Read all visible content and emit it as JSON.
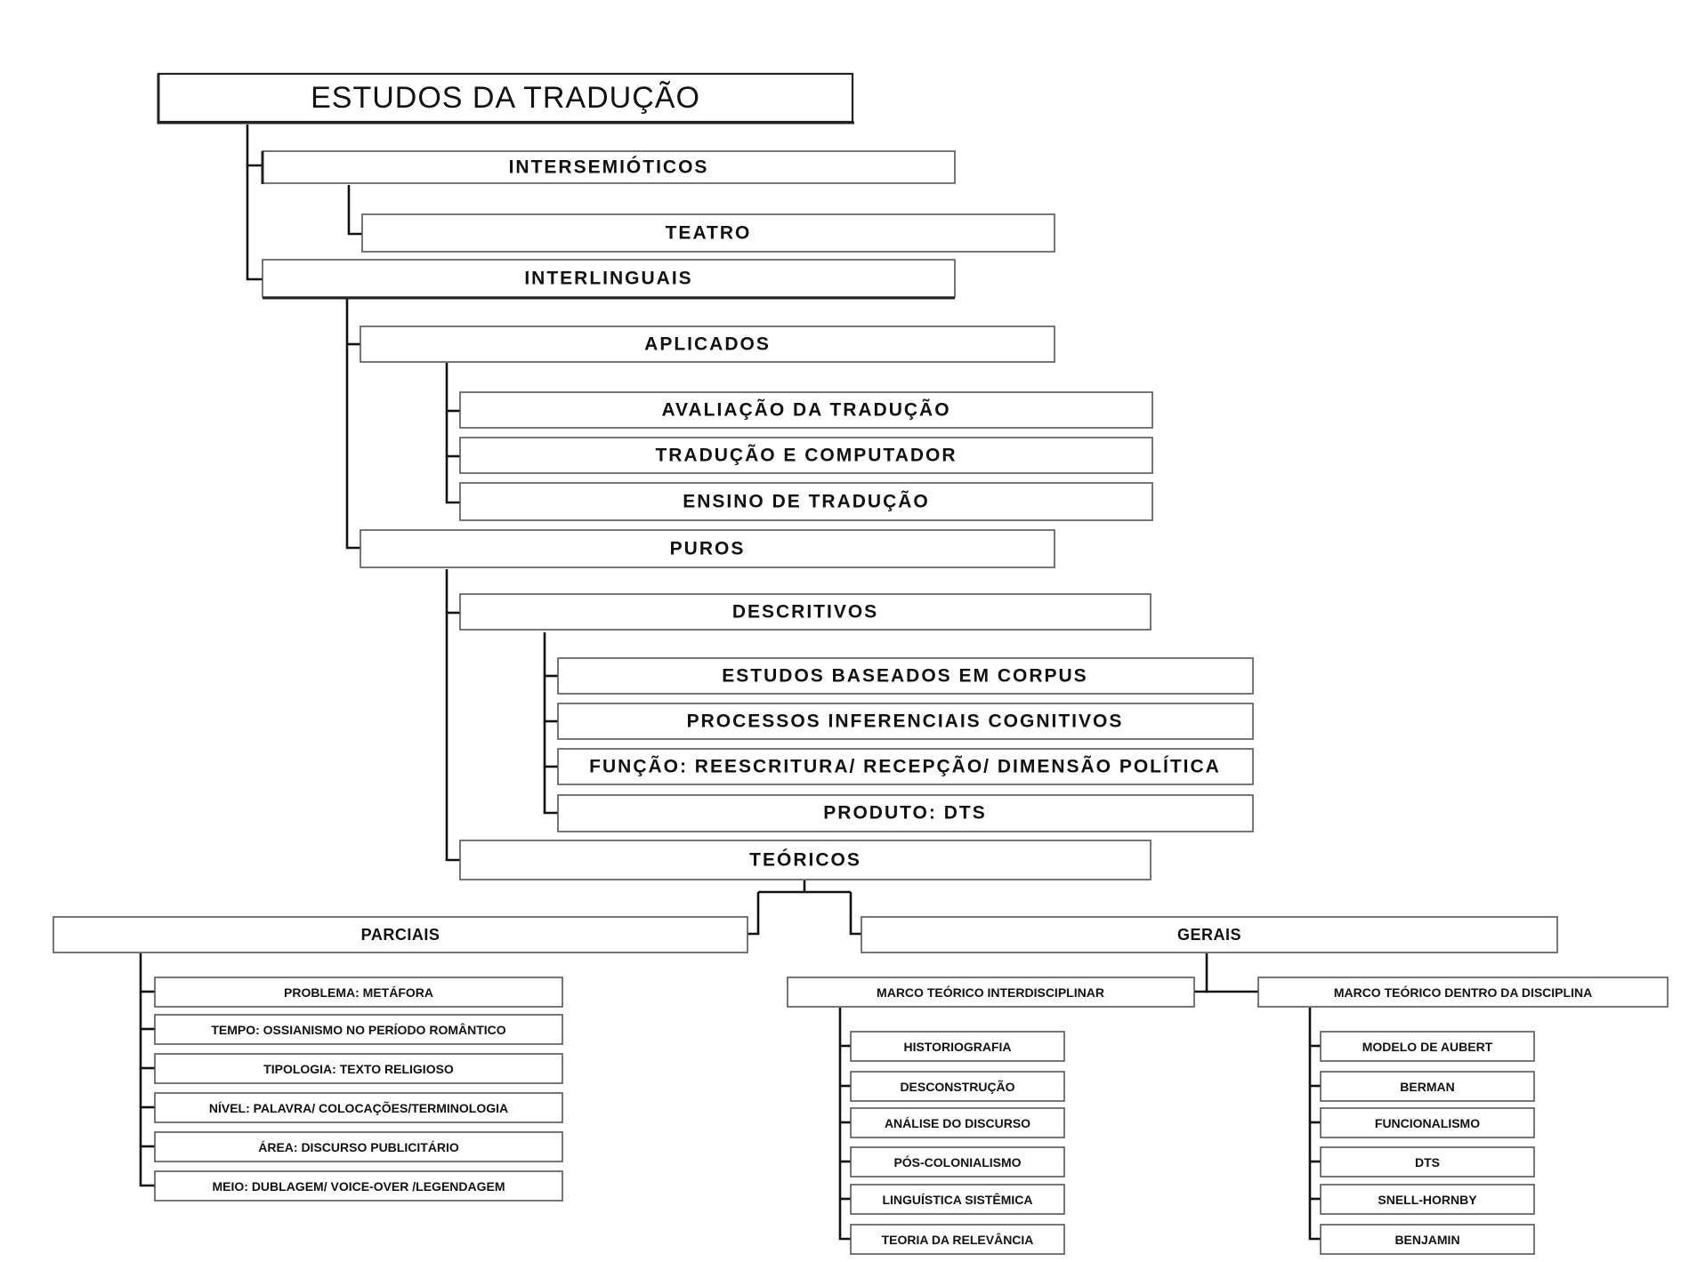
{
  "diagram": {
    "nodes": {
      "root": "ESTUDOS DA TRADUÇÃO",
      "intersemioticos": "INTERSEMIÓTICOS",
      "teatro": "TEATRO",
      "interlinguais": "INTERLINGUAIS",
      "aplicados": "APLICADOS",
      "avaliacao": "AVALIAÇÃO DA TRADUÇÃO",
      "traducao_computador": "TRADUÇÃO E COMPUTADOR",
      "ensino": "ENSINO DE TRADUÇÃO",
      "puros": "PUROS",
      "descritivos": "DESCRITIVOS",
      "corpus": "ESTUDOS BASEADOS EM CORPUS",
      "processos": "PROCESSOS INFERENCIAIS COGNITIVOS",
      "funcao": "FUNÇÃO: REESCRITURA/ RECEPÇÃO/ DIMENSÃO POLÍTICA",
      "produto": "PRODUTO: DTS",
      "teoricos": "TEÓRICOS",
      "parciais": "PARCIAIS",
      "gerais": "GERAIS",
      "problema": "PROBLEMA: METÁFORA",
      "tempo": "TEMPO: OSSIANISMO NO PERÍODO ROMÂNTICO",
      "tipologia": "TIPOLOGIA: TEXTO RELIGIOSO",
      "nivel": "NÍVEL: PALAVRA/ COLOCAÇÕES/TERMINOLOGIA",
      "area": "ÁREA: DISCURSO PUBLICITÁRIO",
      "meio": "MEIO: DUBLAGEM/ VOICE-OVER /LEGENDAGEM",
      "marco_inter": "MARCO TEÓRICO INTERDISCIPLINAR",
      "marco_dentro": "MARCO TEÓRICO DENTRO DA DISCIPLINA",
      "historiografia": "HISTORIOGRAFIA",
      "desconstrucao": "DESCONSTRUÇÃO",
      "analise": "ANÁLISE DO DISCURSO",
      "poscolonialismo": "PÓS-COLONIALISMO",
      "linguistica": "LINGUÍSTICA SISTÊMICA",
      "relevancia": "TEORIA DA RELEVÂNCIA",
      "aubert": "MODELO DE AUBERT",
      "berman": "BERMAN",
      "funcionalismo": "FUNCIONALISMO",
      "dts": "DTS",
      "snell": "SNELL-HORNBY",
      "benjamin": "BENJAMIN"
    }
  }
}
